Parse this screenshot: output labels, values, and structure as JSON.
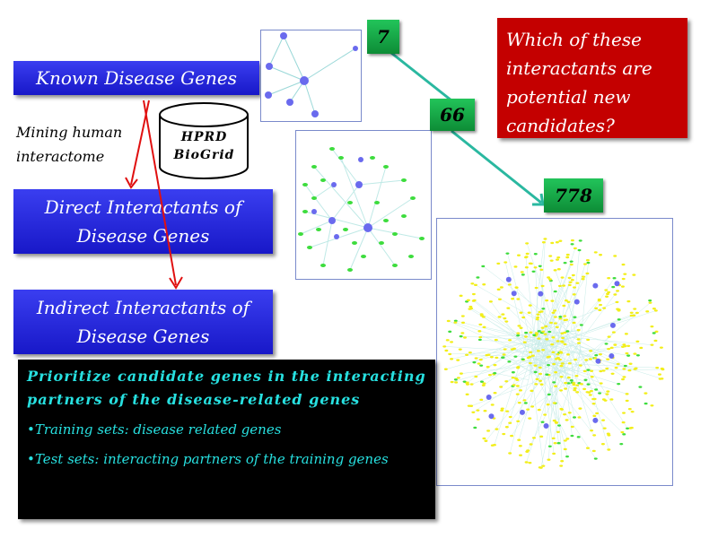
{
  "boxes": {
    "known": "Known Disease Genes",
    "direct_line1": "Direct Interactants of",
    "direct_line2": "Disease Genes",
    "indirect_line1": "Indirect Interactants of",
    "indirect_line2": "Disease Genes"
  },
  "mining": {
    "line1": "Mining human",
    "line2": "interactome"
  },
  "database": {
    "line1": "HPRD",
    "line2": "BioGrid"
  },
  "counts": {
    "small": "7",
    "medium": "66",
    "large": "778"
  },
  "question": "Which of these interactants are potential new candidates?",
  "summary": {
    "title": "Prioritize candidate genes in the interacting partners of the disease-related genes",
    "bullets": [
      "Training sets: disease related genes",
      "Test sets: interacting partners of the training genes"
    ]
  },
  "colors": {
    "blue_box": "#2222d8",
    "green_badge": "#16a846",
    "red_box": "#c40000",
    "summary_bg": "#000000",
    "summary_text": "#27e0e0",
    "arrow_red": "#e01010",
    "connector_teal": "#2ab8a0",
    "node_blue": "#6a6aee",
    "node_green": "#3ddc3d",
    "node_yellow": "#f2ee1a"
  }
}
